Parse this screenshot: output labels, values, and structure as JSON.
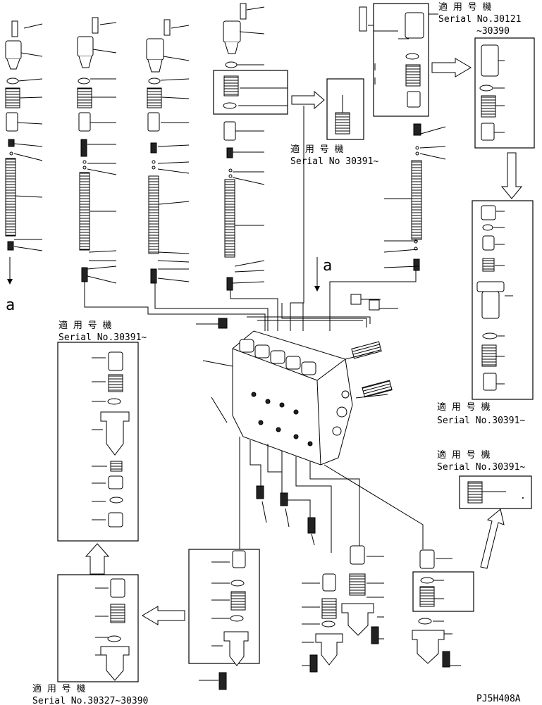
{
  "applies_label": "適 用 号 機",
  "notes": {
    "serial_top_1": "Serial No.30121",
    "serial_top_2": "~30390",
    "serial_mid": "Serial No 30391~",
    "serial_left": "Serial No.30391~",
    "serial_right_1": "Serial No.30391~",
    "serial_right_2": "Serial No.30391~",
    "serial_bottom": "Serial No.30327~30390"
  },
  "markers": {
    "a_left": "a",
    "a_center": "a"
  },
  "drawing_code": "PJ5H408A"
}
